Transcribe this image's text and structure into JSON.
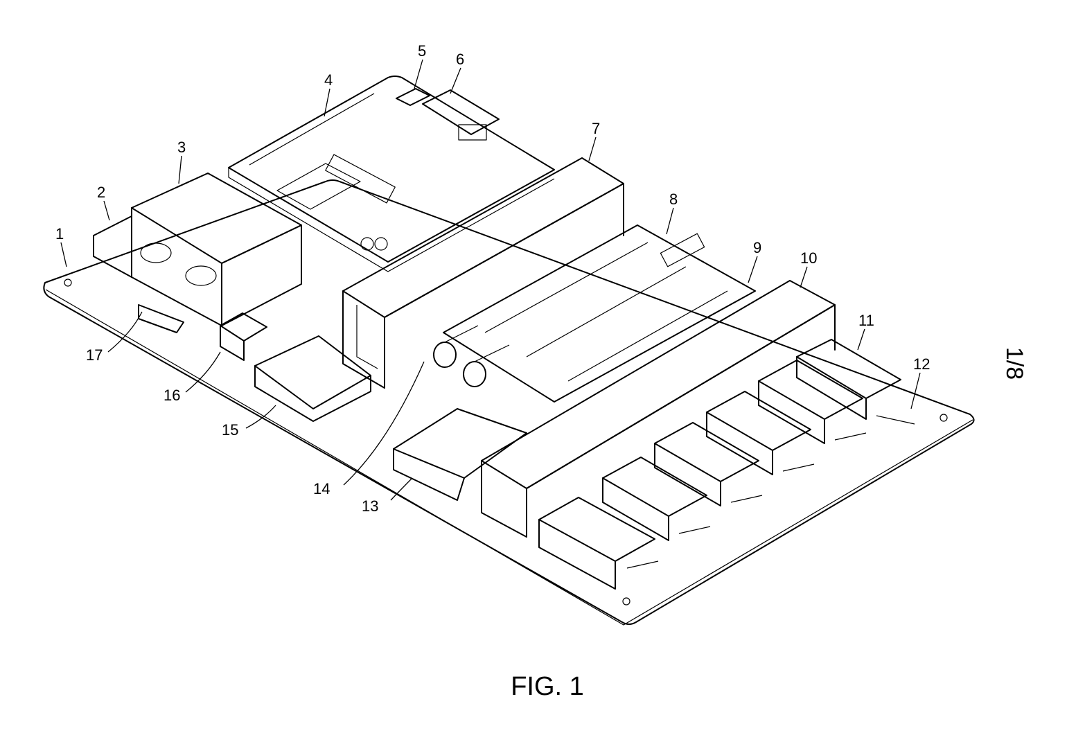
{
  "figure": {
    "caption": "FIG. 1",
    "sheet_number": "1/8"
  },
  "reference_numerals": [
    "1",
    "2",
    "3",
    "4",
    "5",
    "6",
    "7",
    "8",
    "9",
    "10",
    "11",
    "12",
    "13",
    "14",
    "15",
    "16",
    "17"
  ],
  "colors": {
    "line": "#000000",
    "background": "#ffffff"
  }
}
